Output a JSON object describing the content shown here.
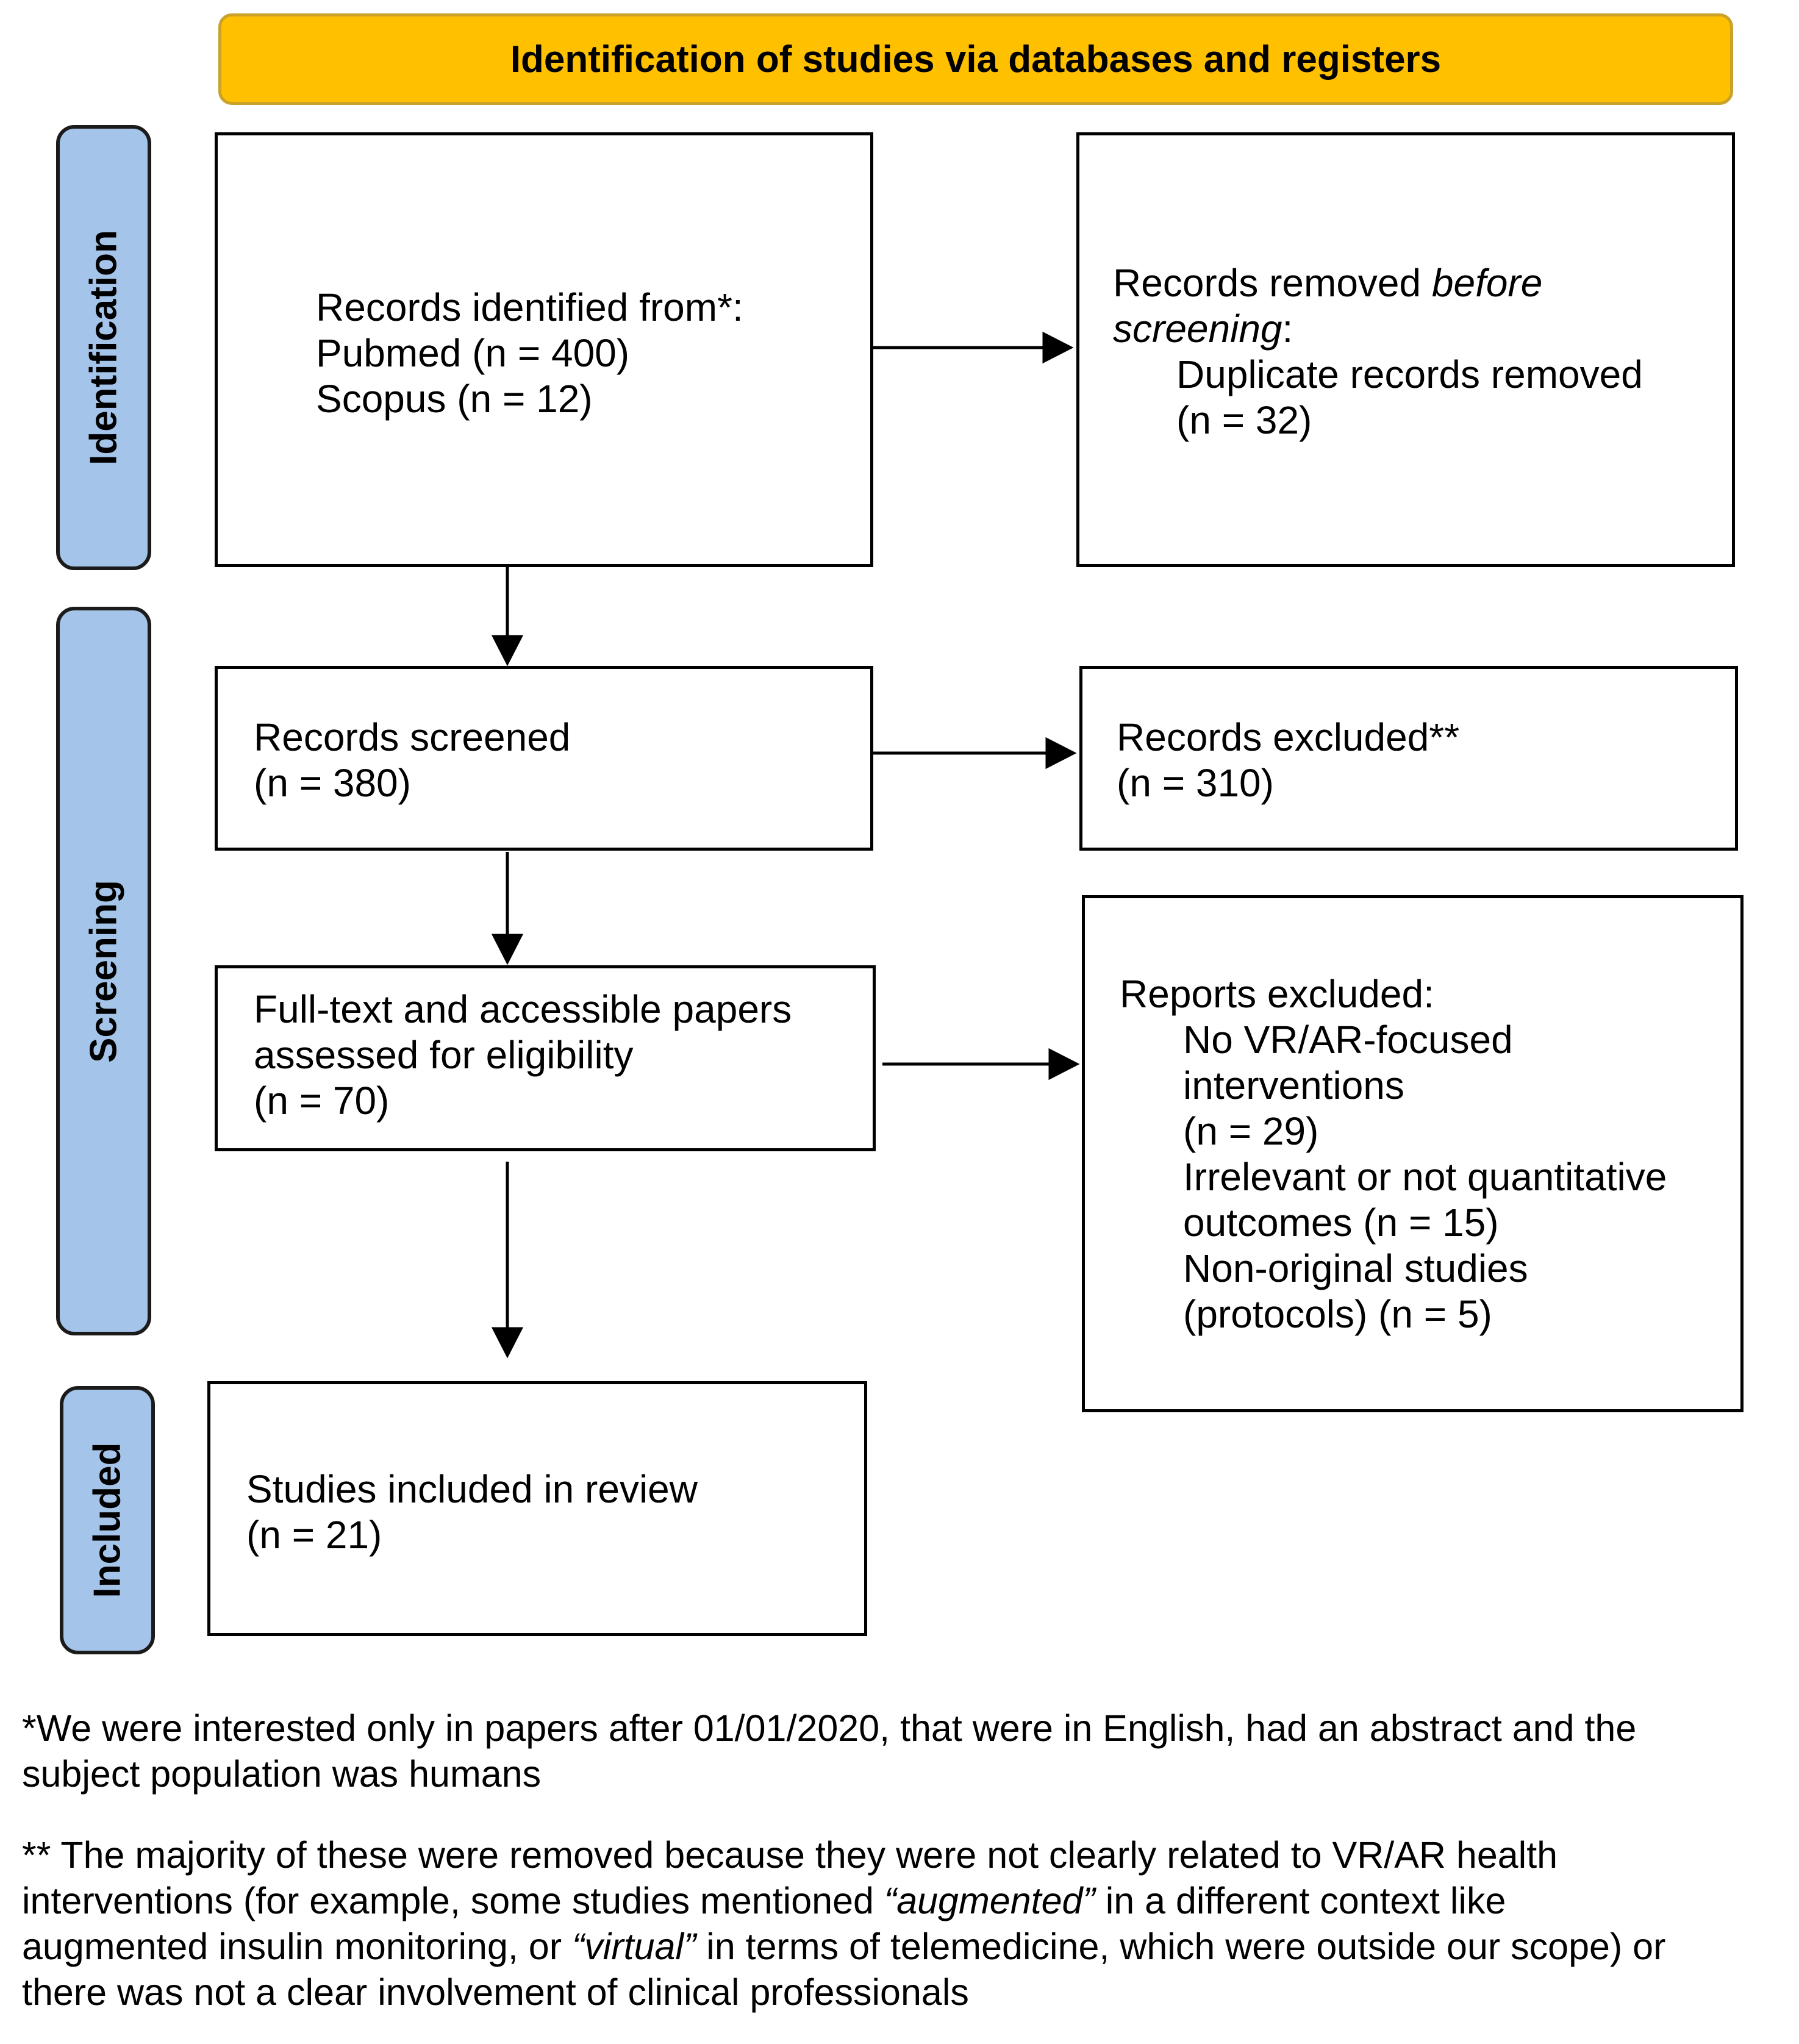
{
  "header": {
    "title": "Identification of studies via databases and registers"
  },
  "phases": {
    "identification": "Identification",
    "screening": "Screening",
    "included": "Included"
  },
  "boxes": {
    "records_identified": {
      "lines": [
        "Records identified from*:",
        "Pubmed (n = 400)",
        "Scopus (n = 12)"
      ]
    },
    "records_removed": {
      "line1_prefix": "Records removed ",
      "line1_em": "before",
      "line2_em": "screening",
      "line2_suffix": ":",
      "line3": "Duplicate records removed",
      "line4": "(n = 32)"
    },
    "records_screened": {
      "lines": [
        "Records screened",
        "(n = 380)"
      ]
    },
    "records_excluded": {
      "lines": [
        "Records excluded**",
        "(n = 310)"
      ]
    },
    "full_text": {
      "lines": [
        "Full-text and accessible papers",
        "assessed for eligibility",
        "(n = 70)"
      ]
    },
    "reports_excluded": {
      "title": "Reports excluded:",
      "lines": [
        "No VR/AR-focused",
        "interventions",
        "(n = 29)",
        "Irrelevant or not quantitative",
        "outcomes  (n = 15)",
        "Non-original studies",
        "(protocols) (n = 5)"
      ]
    },
    "studies_included": {
      "lines": [
        "Studies included in review",
        "(n = 21)"
      ]
    }
  },
  "footnotes": {
    "note1": {
      "line1": "*We were interested only in papers after 01/01/2020, that were in English, had an abstract and the",
      "line2": "subject population was humans"
    },
    "note2": {
      "line1": "** The majority of these were removed because they were not clearly related to VR/AR health",
      "line2_a": "interventions (for example, some studies mentioned ",
      "line2_em": "“augmented”",
      "line2_b": " in a different context like",
      "line3_a": "augmented insulin monitoring, or ",
      "line3_em": "“virtual”",
      "line3_b": " in terms of telemedicine, which were outside our scope) or",
      "line4": "there was not a clear involvement of clinical professionals"
    }
  },
  "colors": {
    "header_fill": "#ffc000",
    "phase_fill": "#a4c5e9",
    "box_border": "#000000"
  }
}
